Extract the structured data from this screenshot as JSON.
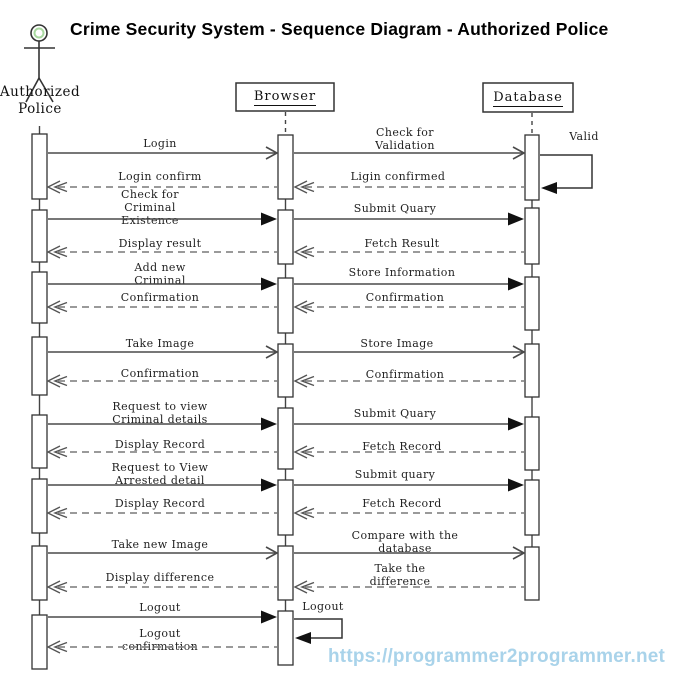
{
  "title": "Crime Security System - Sequence Diagram - Authorized Police",
  "actor": {
    "lines": [
      "Authorized",
      "Police"
    ]
  },
  "objects": {
    "browser": "Browser",
    "database": "Database"
  },
  "messages": {
    "left_calls": [
      {
        "lines": [
          "Login"
        ]
      },
      {
        "lines": [
          "Check for",
          "Criminal",
          "Existence"
        ]
      },
      {
        "lines": [
          "Add new",
          "Criminal"
        ]
      },
      {
        "lines": [
          "Take Image"
        ]
      },
      {
        "lines": [
          "Request to view",
          "Criminal details"
        ]
      },
      {
        "lines": [
          "Request to View",
          "Arrested detail"
        ]
      },
      {
        "lines": [
          "Take new Image"
        ]
      },
      {
        "lines": [
          "Logout"
        ]
      }
    ],
    "left_returns": [
      {
        "lines": [
          "Login confirm"
        ]
      },
      {
        "lines": [
          "Display result"
        ]
      },
      {
        "lines": [
          "Confirmation"
        ]
      },
      {
        "lines": [
          "Confirmation"
        ]
      },
      {
        "lines": [
          "Display Record"
        ]
      },
      {
        "lines": [
          "Display Record"
        ]
      },
      {
        "lines": [
          "Display difference"
        ]
      },
      {
        "lines": [
          "Logout",
          "confirmation"
        ]
      }
    ],
    "right_calls": [
      {
        "lines": [
          "Check for",
          "Validation"
        ]
      },
      {
        "lines": [
          "Submit Quary"
        ]
      },
      {
        "lines": [
          "Store Information"
        ]
      },
      {
        "lines": [
          "Store Image"
        ]
      },
      {
        "lines": [
          "Submit Quary"
        ]
      },
      {
        "lines": [
          "Submit quary"
        ]
      },
      {
        "lines": [
          "Compare with the",
          "database"
        ]
      }
    ],
    "right_returns": [
      {
        "lines": [
          "Ligin confirmed"
        ]
      },
      {
        "lines": [
          "Fetch Result"
        ]
      },
      {
        "lines": [
          "Confirmation"
        ]
      },
      {
        "lines": [
          "Confirmation"
        ]
      },
      {
        "lines": [
          "Fetch Record"
        ]
      },
      {
        "lines": [
          "Fetch Record"
        ]
      },
      {
        "lines": [
          "Take the",
          "difference"
        ]
      }
    ],
    "self_database": "Valid",
    "self_browser": "Logout"
  },
  "watermark": {
    "text": "https://programmer2programmer.net",
    "color": "#a9d3ea"
  }
}
